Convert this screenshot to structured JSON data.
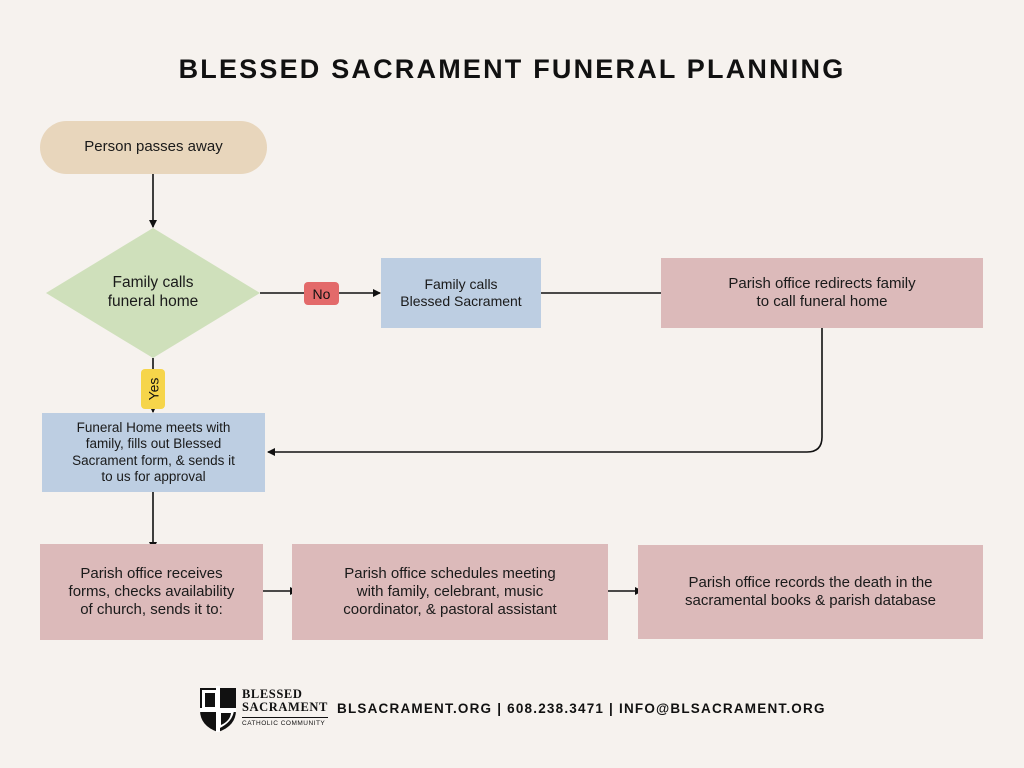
{
  "title": "BLESSED SACRAMENT FUNERAL PLANNING",
  "nodes": {
    "start": "Person passes away",
    "decision": [
      "Family calls",
      "funeral home"
    ],
    "calls_church": [
      "Family calls",
      "Blessed Sacrament"
    ],
    "redirect": [
      "Parish office redirects family",
      "to call funeral home"
    ],
    "funeral_home": [
      "Funeral Home meets with",
      "family, fills out Blessed",
      "Sacrament form, & sends it",
      "to us for approval"
    ],
    "receives": [
      "Parish office receives",
      "forms, checks availability",
      "of church, sends it to:"
    ],
    "schedules": [
      "Parish office schedules meeting",
      "with family, celebrant, music",
      "coordinator, & pastoral assistant"
    ],
    "records": [
      "Parish office records the death in the",
      "sacramental books & parish database"
    ]
  },
  "labels": {
    "no": "No",
    "yes": "Yes"
  },
  "footer": {
    "logo_line1": "BLESSED",
    "logo_line2": "SACRAMENT",
    "logo_line3": "CATHOLIC COMMUNITY",
    "contact": "BLSACRAMENT.ORG | 608.238.3471 | INFO@BLSACRAMENT.ORG"
  },
  "colors": {
    "background": "#f6f2ee",
    "start": "#e8d6bc",
    "decision": "#cfe0bb",
    "blue_box": "#bdcee2",
    "rose_box": "#dcbaba",
    "no_tag": "#e36a6a",
    "yes_tag": "#f6d54a"
  }
}
